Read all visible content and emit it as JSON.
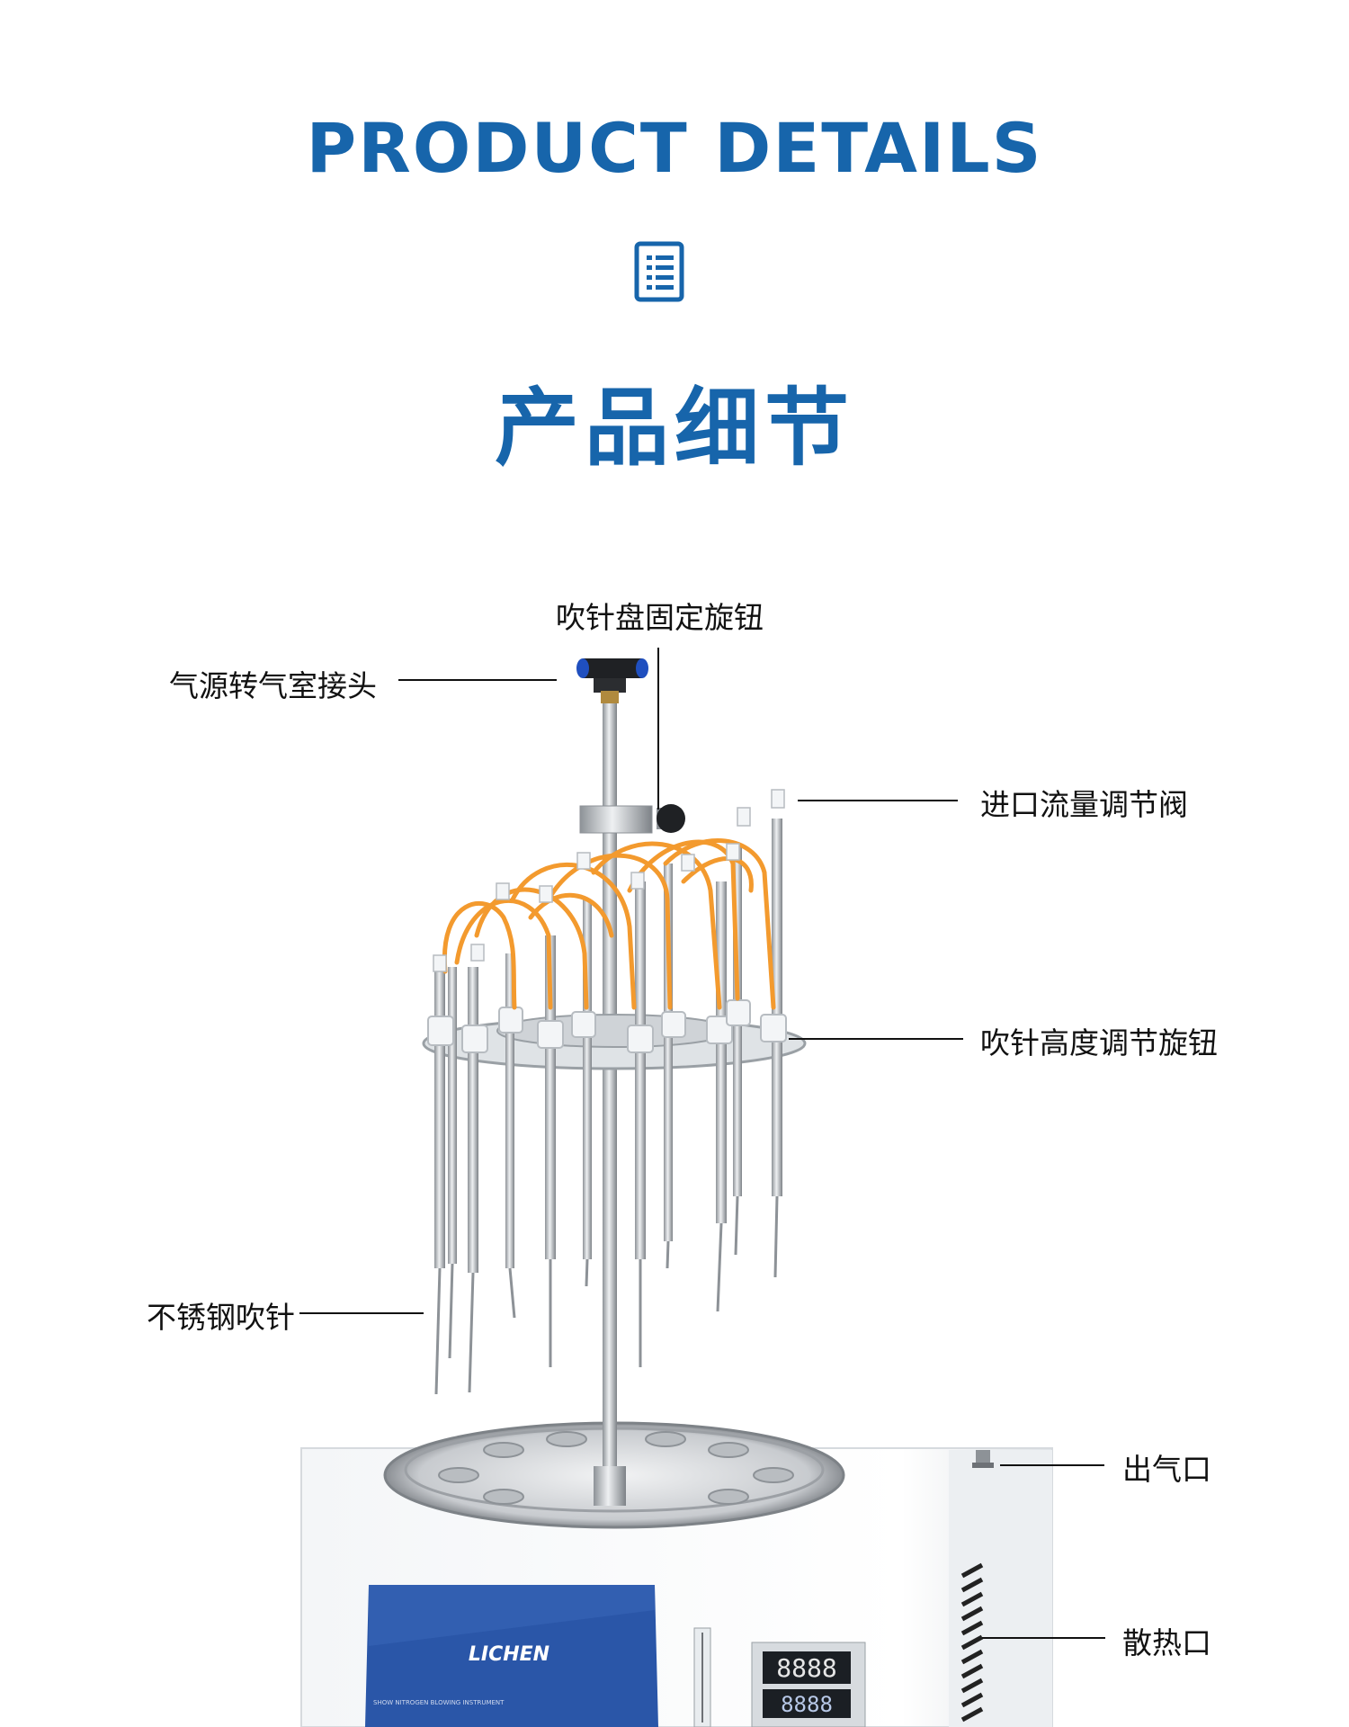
{
  "header": {
    "title_en": "PRODUCT DETAILS",
    "title_cn": "产品细节"
  },
  "icons": {
    "header_icon": "document-list-icon"
  },
  "colors": {
    "accent": "#1765ab",
    "tube_orange": "#f39a2e",
    "panel_blue": "#2a56a8"
  },
  "product": {
    "brand": "LICHEN",
    "panel_subtitle": "SHOW NITROGEN BLOWING INSTRUMENT",
    "display_top": "8888",
    "display_bottom": "8888"
  },
  "callouts": {
    "blow_plate_knob": "吹针盘固定旋钮",
    "gas_connector": "气源转气室接头",
    "inlet_valve": "进口流量调节阀",
    "height_knob": "吹针高度调节旋钮",
    "needles": "不锈钢吹针",
    "outlet": "出气口",
    "vent": "散热口"
  }
}
